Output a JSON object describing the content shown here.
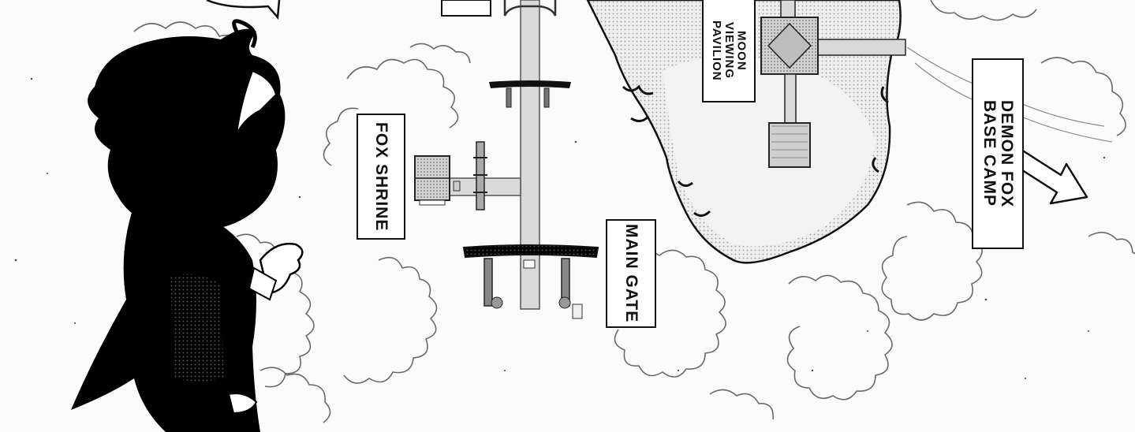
{
  "map": {
    "labels": {
      "fox_shrine": "FOX SHRINE",
      "main_gate": "MAIN GATE",
      "moon_viewing_pavilion": "MOON\nVIEWING\nPAVILION",
      "demon_fox_base_camp": "DEMON FOX\nBASE CAMP"
    },
    "colors": {
      "ink": "#111111",
      "paper": "#ffffff",
      "path": "#d9d9d9",
      "pond": "#e3e3e3",
      "foliage_line": "#6a6a6a"
    }
  }
}
